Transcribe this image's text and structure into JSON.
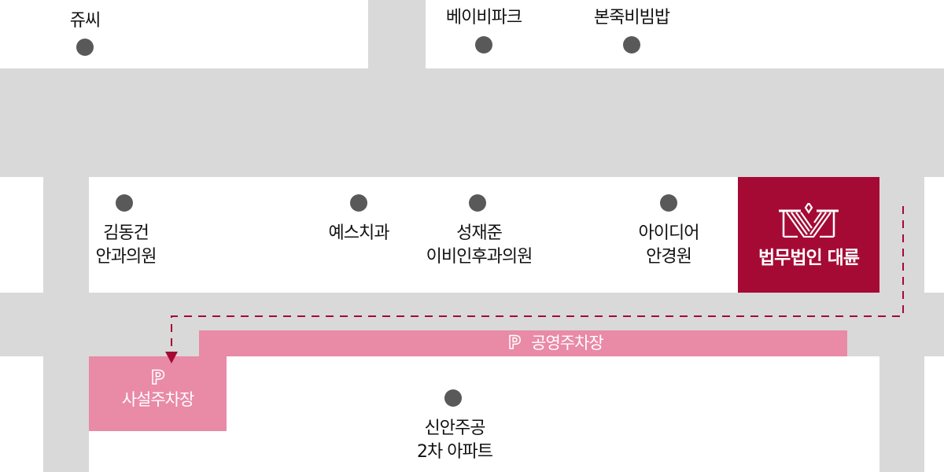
{
  "map": {
    "colors": {
      "road": "#d9d9d9",
      "block": "#ffffff",
      "marker": "#595959",
      "brand": "#a50a35",
      "parking": "#e98aa7",
      "route": "#a50a35"
    },
    "top_row": [
      {
        "label": "쥬씨"
      },
      {
        "label": "베이비파크"
      },
      {
        "label": "본죽비빔밥"
      }
    ],
    "middle_row": [
      {
        "line1": "김동건",
        "line2": "안과의원"
      },
      {
        "line1": "예스치과"
      },
      {
        "line1": "성재준",
        "line2": "이비인후과의원"
      },
      {
        "line1": "아이디어",
        "line2": "안경원"
      }
    ],
    "destination": {
      "name": "법무법인 대륜",
      "logo_icon": "crown-v-logo-icon"
    },
    "public_parking": {
      "icon": "P",
      "label": "공영주차장"
    },
    "private_parking": {
      "icon": "P",
      "label": "사설주차장"
    },
    "bottom_row": [
      {
        "line1": "신안주공",
        "line2": "2차 아파트"
      }
    ]
  }
}
